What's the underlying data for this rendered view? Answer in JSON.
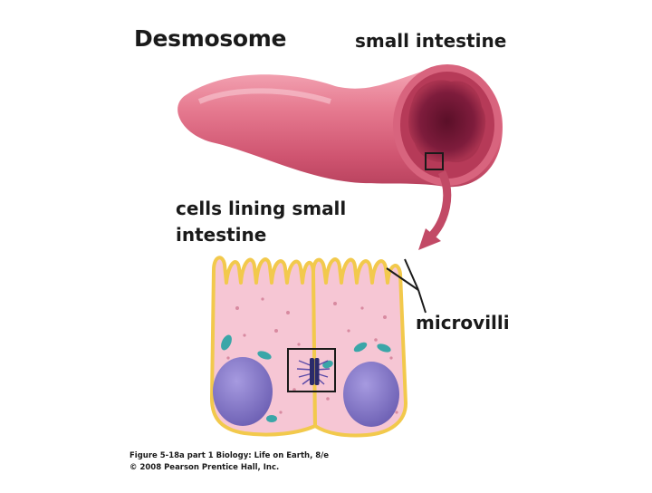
{
  "title": "Desmosome",
  "labels": {
    "small_intestine": "small intestine",
    "cells_lining_line1": "cells lining small",
    "cells_lining_line2": "intestine",
    "microvilli": "microvilli"
  },
  "caption": {
    "figure": "Figure 5-18a part 1",
    "book": "Biology: Life on Earth, 8/e",
    "copyright": "© 2008 Pearson Prentice Hall, Inc."
  },
  "colors": {
    "intestine_pink": "#e8788e",
    "lumen_dark": "#7a1a38",
    "cell_fill": "#f6c6d4",
    "cell_border": "#f2c94c",
    "nucleus": "#7c6fc0",
    "organelle": "#3aa6a8",
    "arrow": "#c24a66"
  }
}
